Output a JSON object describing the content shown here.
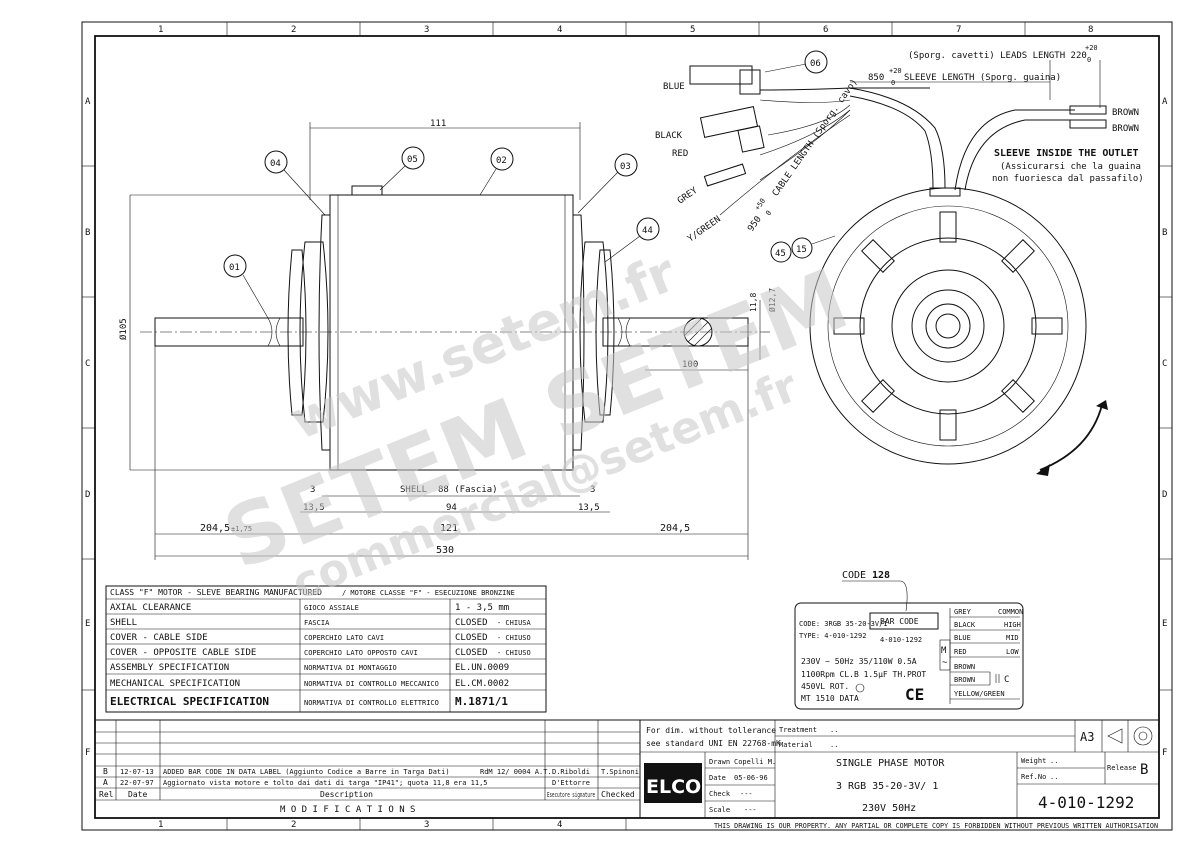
{
  "grid": {
    "columns": [
      "1",
      "2",
      "3",
      "4",
      "5",
      "6",
      "7",
      "8"
    ],
    "rows": [
      "A",
      "B",
      "C",
      "D",
      "E",
      "F"
    ]
  },
  "balloons": {
    "b01": "01",
    "b02": "02",
    "b03": "03",
    "b04": "04",
    "b05": "05",
    "b06": "06",
    "b15": "15",
    "b44": "44",
    "b45": "45"
  },
  "dims": {
    "overall_height": "111",
    "diameter": "Ø105",
    "shaft_flat": "11,8",
    "shaft_dia": "Ø12,7",
    "flat_length": "100",
    "left_gap": "3",
    "right_gap": "3",
    "shell_label": "SHELL",
    "shell_value": "88 (Fascia)",
    "left_offset": "13,5",
    "right_offset": "13,5",
    "shell_length": "94",
    "left_shaft": "204,5",
    "left_tol": "±1,75",
    "body_length": "121",
    "right_shaft": "204,5",
    "total_length": "530"
  },
  "wires": {
    "blue": "BLUE",
    "black": "BLACK",
    "red": "RED",
    "grey": "GREY",
    "ygreen": "Y/GREEN",
    "brown1": "BROWN",
    "brown2": "BROWN",
    "leads_length": "(Sporg. cavetti) LEADS LENGTH 220",
    "leads_tol_top": "+20",
    "leads_tol_bot": "0",
    "sleeve_value": "850",
    "sleeve_tol_top": "+20",
    "sleeve_tol_bot": "0",
    "sleeve_length": "SLEEVE LENGTH (Sporg. guaina)",
    "cable_value": "950",
    "cable_tol_top": "+50",
    "cable_tol_bot": "0",
    "cable_length": "CABLE LENGTH (Sporg. cavo)",
    "sleeve_note_1": "SLEEVE INSIDE THE OUTLET",
    "sleeve_note_2": "(Assicurarsi che la guaina",
    "sleeve_note_3": "non fuoriesca dal passafilo)"
  },
  "spec_table": {
    "header_left": "CLASS \"F\" MOTOR - SLEVE BEARING MANUFACTURED",
    "header_right": "/  MOTORE CLASSE \"F\" - ESECUZIONE BRONZINE",
    "rows": [
      {
        "en": "AXIAL CLEARANCE",
        "it": "GIOCO ASSIALE",
        "val": "1 - 3,5 mm",
        "val_it": ""
      },
      {
        "en": "SHELL",
        "it": "FASCIA",
        "val": "CLOSED",
        "val_it": "- CHIUSA"
      },
      {
        "en": "COVER - CABLE SIDE",
        "it": "COPERCHIO LATO CAVI",
        "val": "CLOSED",
        "val_it": "- CHIUSO"
      },
      {
        "en": "COVER - OPPOSITE CABLE SIDE",
        "it": "COPERCHIO LATO OPPOSTO CAVI",
        "val": "CLOSED",
        "val_it": "- CHIUSO"
      },
      {
        "en": "ASSEMBLY SPECIFICATION",
        "it": "NORMATIVA DI MONTAGGIO",
        "val": "EL.UN.0009",
        "val_it": ""
      },
      {
        "en": "MECHANICAL SPECIFICATION",
        "it": "NORMATIVA DI CONTROLLO MECCANICO",
        "val": "EL.CM.0002",
        "val_it": ""
      },
      {
        "en": "ELECTRICAL SPECIFICATION",
        "it": "NORMATIVA DI CONTROLLO ELETTRICO",
        "val": "M.1871/1",
        "val_it": ""
      }
    ]
  },
  "label": {
    "code_title": "CODE",
    "code_num": "128",
    "code_line": "CODE: 3RGB 35-20-3V/1",
    "type_line": "TYPE: 4-010-1292",
    "barcode_box": "BAR CODE",
    "barcode_num": "4-010-1292",
    "line1": "230V ~  50Hz  35/110W  0.5A",
    "line2": "1100Rpm  CL.B  1.5µF  TH.PROT",
    "line3": "450VL  ROT.",
    "line4": "MT 1510     DATA",
    "ce": "CE",
    "m": "M",
    "tilde": "~",
    "c": "C",
    "wiring": [
      {
        "color": "GREY",
        "role": "COMMON"
      },
      {
        "color": "BLACK",
        "role": "HIGH"
      },
      {
        "color": "BLUE",
        "role": "MID"
      },
      {
        "color": "RED",
        "role": "LOW"
      },
      {
        "color": "BROWN",
        "role": ""
      },
      {
        "color": "BROWN",
        "role": ""
      },
      {
        "color": "YELLOW/GREEN",
        "role": ""
      }
    ]
  },
  "title_block": {
    "note1": "For dim. without tollerance",
    "note2": "see standard UNI EN 22768-mK",
    "treatment": "Treatment",
    "material": "Material",
    "treatment_val": "..",
    "material_val": "..",
    "size": "A3",
    "drawn_lbl": "Drawn",
    "drawn_val": "Copelli M.",
    "date_lbl": "Date",
    "date_val": "05-06-96",
    "check_lbl": "Check",
    "check_val": "---",
    "scale_lbl": "Scale",
    "scale_val": "---",
    "logo": "ELCO",
    "title1": "SINGLE PHASE MOTOR",
    "title2": "3 RGB  35-20-3V/ 1",
    "title3": "230V  50Hz",
    "weight_lbl": "Weight",
    "weight_val": "..",
    "ref_lbl": "Ref.No",
    "ref_val": "..",
    "release_lbl": "Release",
    "release_val": "B",
    "drawing_no": "4-010-1292",
    "copyright": "THIS DRAWING IS OUR PROPERTY. ANY PARTIAL OR COMPLETE COPY IS FORBIDDEN WITHOUT PREVIOUS WRITTEN AUTHORISATION"
  },
  "revisions": {
    "header_rel": "Rel",
    "header_date": "Date",
    "header_desc": "Description",
    "header_exec": "Esecutore signature",
    "header_check": "Checked",
    "footer": "M O D I F I C A T I O N S",
    "rows": [
      {
        "rel": "B",
        "date": "12-07-13",
        "desc": "ADDED BAR CODE IN DATA LABEL (Aggiunto Codice a Barre in Targa Dati)",
        "ref": "RdM 12/ 0004 A.T.",
        "exec": "D.Riboldi",
        "check": "T.Spinoni"
      },
      {
        "rel": "A",
        "date": "22-07-97",
        "desc": "Aggiornato vista motore e tolto dai dati di targa \"IP41\"; quota 11,8 era 11,5",
        "ref": "",
        "exec": "D'Ettorre",
        "check": ""
      }
    ]
  },
  "watermark": {
    "w1": "www.setem.fr",
    "w2": "SETEM SETEM",
    "w3": "commercial@setem.fr"
  }
}
